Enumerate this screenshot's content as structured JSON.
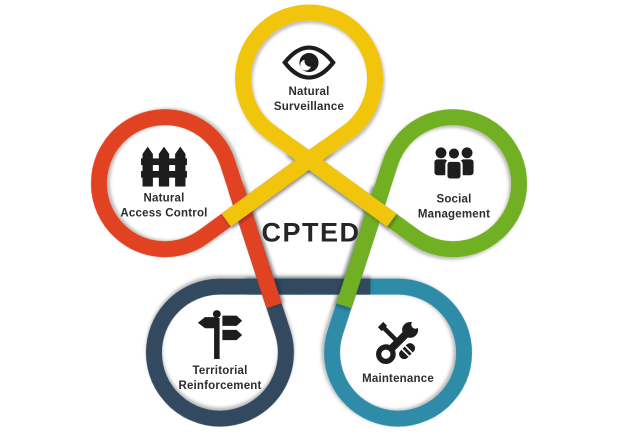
{
  "diagram": {
    "title": "CPTED",
    "petals": [
      {
        "id": "natural-surveillance",
        "label": "Natural\nSurveillance",
        "color": "#F2C50F",
        "icon": "eye-icon",
        "position": "top"
      },
      {
        "id": "social-management",
        "label": "Social\nManagement",
        "color": "#70B022",
        "icon": "people-icon",
        "position": "right"
      },
      {
        "id": "maintenance",
        "label": "Maintenance",
        "color": "#2E8CA8",
        "icon": "tools-icon",
        "position": "bottom-right"
      },
      {
        "id": "territorial-reinforcement",
        "label": "Territorial\nReinforcement",
        "color": "#304A60",
        "icon": "signpost-icon",
        "position": "bottom-left"
      },
      {
        "id": "natural-access-control",
        "label": "Natural\nAccess Control",
        "color": "#E14222",
        "icon": "fence-icon",
        "position": "left"
      }
    ],
    "icon_color": "#1d1d1d",
    "background_color": "#ffffff"
  }
}
